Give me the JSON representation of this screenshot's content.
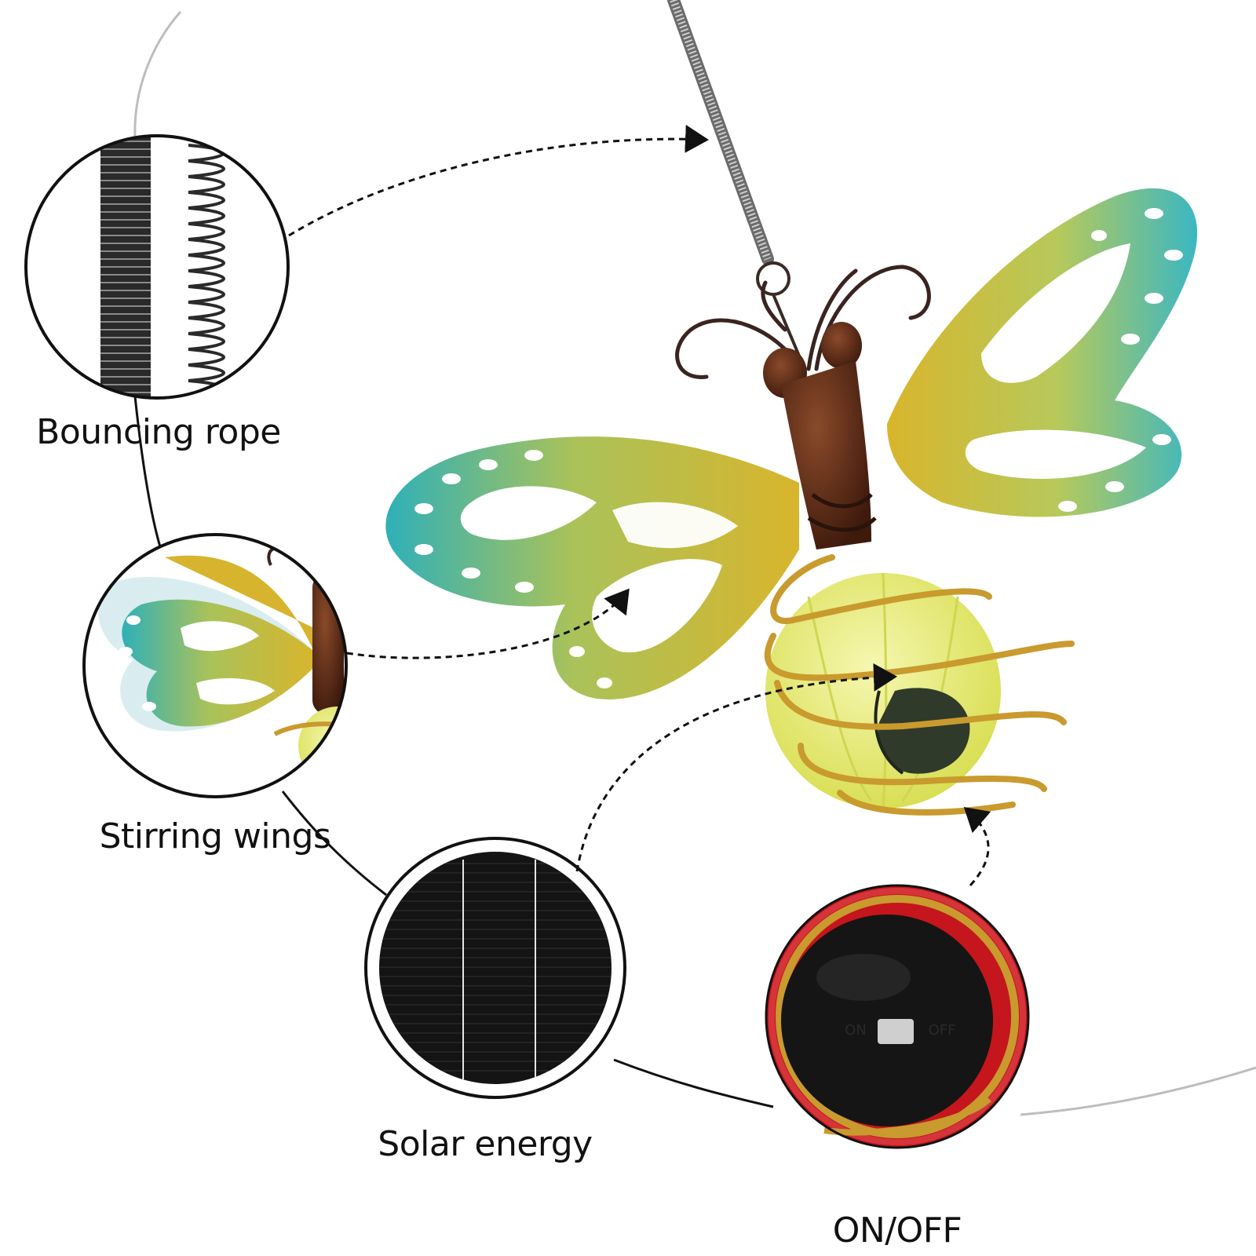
{
  "features": {
    "bouncing_rope": "Bouncing rope",
    "stirring_wings": "Stirring wings",
    "solar_energy": "Solar energy",
    "on_off": "ON/OFF"
  },
  "switch": {
    "on_label": "ON",
    "off_label": "OFF"
  },
  "colors": {
    "wing_gold": "#d4b52a",
    "wing_teal": "#39b0b8",
    "body_brown": "#5a2b18",
    "lamp_yellow": "#e9ef7a",
    "coil_gold": "#c99a2e",
    "outline": "#111111",
    "switch_ring_red": "#c4161c"
  }
}
